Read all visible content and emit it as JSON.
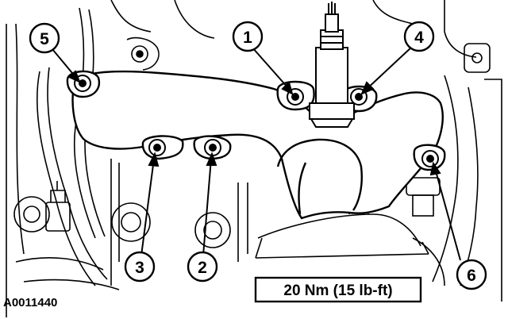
{
  "figure_id": "A0011440",
  "torque_spec": "20 Nm (15 lb-ft)",
  "callouts": [
    "1",
    "2",
    "3",
    "4",
    "5",
    "6"
  ],
  "colors": {
    "ink": "#000000",
    "paper": "#ffffff"
  }
}
